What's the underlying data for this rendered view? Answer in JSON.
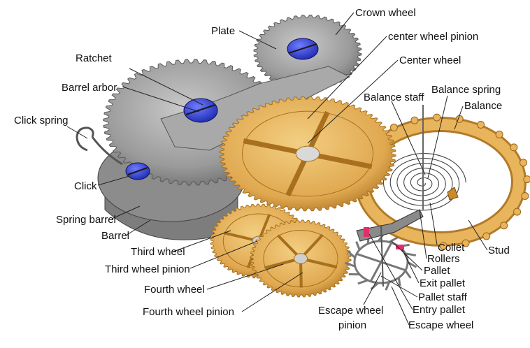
{
  "labels": {
    "crown_wheel": "Crown wheel",
    "plate": "Plate",
    "center_wheel_pinion": "center wheel pinion",
    "ratchet": "Ratchet",
    "center_wheel": "Center wheel",
    "barrel_arbor": "Barrel arbor",
    "balance_staff": "Balance staff",
    "balance_spring": "Balance spring",
    "balance": "Balance",
    "click_spring": "Click spring",
    "click": "Click",
    "spring_barrel": "Spring barrel",
    "barrel": "Barrel",
    "third_wheel": "Third wheel",
    "third_wheel_pinion": "Third wheel pinion",
    "fourth_wheel": "Fourth wheel",
    "fourth_wheel_pinion": "Fourth wheel pinion",
    "escape_wheel_pinion_line1": "Escape wheel",
    "escape_wheel_pinion_line2": "pinion",
    "collet": "Collet",
    "rollers": "Rollers",
    "pallet": "Pallet",
    "exit_pallet": "Exit pallet",
    "pallet_staff": "Pallet staff",
    "entry_pallet": "Entry pallet",
    "escape_wheel": "Escape wheel",
    "stud": "Stud"
  },
  "colors": {
    "steel": "#9a9a9a",
    "steel_dark": "#5a5a5a",
    "brass": "#e0a850",
    "brass_dark": "#a8701e",
    "screw_blue": "#2f3fd8",
    "leader": "#222222"
  }
}
